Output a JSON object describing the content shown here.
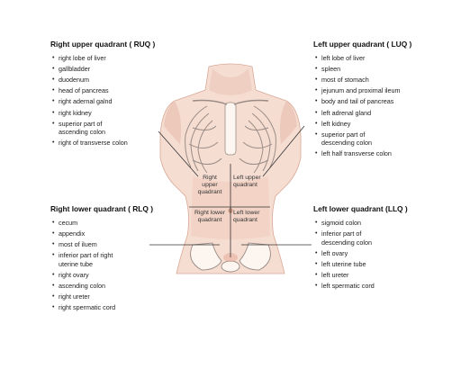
{
  "quadrants": {
    "ruq": {
      "title": "Right upper quadrant  ( RUQ )",
      "items": [
        "right lobe of liver",
        "gallbladder",
        "duodenum",
        "head of pancreas",
        "right adernal galnd",
        "right kidney",
        "superior part of ascending colon",
        "right of transverse colon"
      ]
    },
    "luq": {
      "title": "Left upper quadrant  ( LUQ )",
      "items": [
        "left lobe of liver",
        "spleen",
        "most of stomach",
        "jejunum and proximal ileum",
        "body and tail of pancreas",
        "left adrenal gland",
        "left kidney",
        "superior part of descending colon",
        "left half transverse colon"
      ]
    },
    "rlq": {
      "title": "Right lower quadrant  ( RLQ )",
      "items": [
        "cecum",
        "appendix",
        "most of iluem",
        "inferior part of right uterine tube",
        "right ovary",
        "ascending colon",
        "right ureter",
        "right spermatic cord"
      ]
    },
    "llq": {
      "title": "Left lower quadrant  (LLQ )",
      "items": [
        "sigmoid colon",
        "inferior part of descending colon",
        "left ovary",
        "left uterine tube",
        "left ureter",
        "left spermatic cord"
      ]
    }
  },
  "labels": {
    "ruq": "Right upper quadrant",
    "luq": "Left upper quadrant",
    "rlq": "Right lower quadrant",
    "llq": "Left lower quadrant"
  },
  "colors": {
    "skin": "#f6ddd2",
    "skin_shadow": "#e6b8a8",
    "bone": "#fdf6f0",
    "bone_line": "#9a8c86",
    "line": "#333333"
  }
}
